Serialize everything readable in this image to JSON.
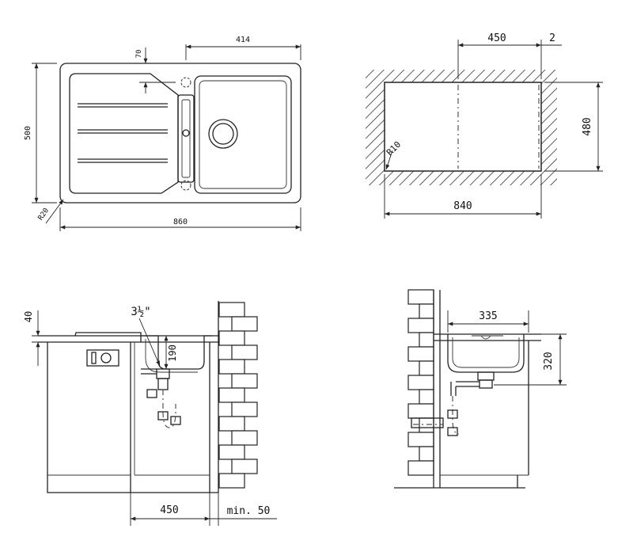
{
  "top_view": {
    "dim_width": "860",
    "dim_depth": "500",
    "dim_drain_offset": "414",
    "dim_edge_gap": "70",
    "dim_radius": "R20"
  },
  "cutout": {
    "dim_width": "840",
    "dim_depth": "480",
    "dim_bowl_offset": "450",
    "dim_gap": "2",
    "dim_radius": "R10"
  },
  "front_view": {
    "dim_thickness": "40",
    "dim_drain_size": "3½\"",
    "dim_drain_depth": "190",
    "dim_cabinet": "450",
    "dim_wall_gap": "min. 50"
  },
  "side_view": {
    "dim_bowl_width": "335",
    "dim_drain_height": "320"
  }
}
